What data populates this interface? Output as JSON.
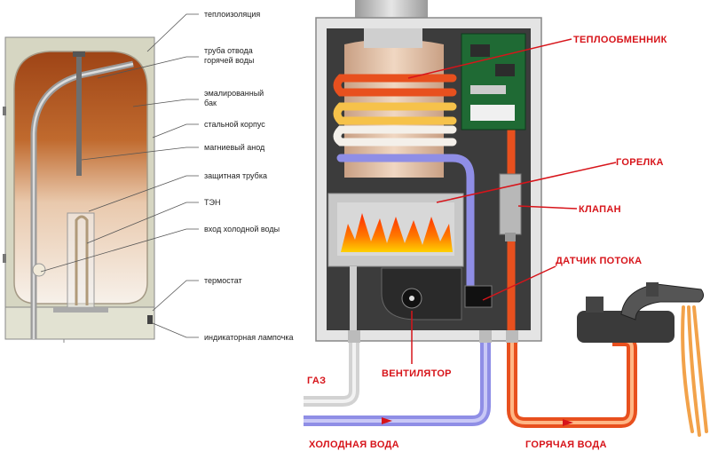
{
  "storage_heater": {
    "labels": {
      "insulation": "теплоизоляция",
      "hot_pipe_1": "труба отвода",
      "hot_pipe_2": "горячей воды",
      "tank_1": "эмалированный",
      "tank_2": "бак",
      "steel_body": "стальной корпус",
      "anode": "магниевый анод",
      "protect_tube": "защитная трубка",
      "ten": "ТЭН",
      "cold_inlet": "вход холодной воды",
      "thermostat": "термостат",
      "indicator": "индикаторная лампочка"
    }
  },
  "gas_heater": {
    "labels": {
      "exchanger": "ТЕПЛООБМЕННИК",
      "burner": "ГОРЕЛКА",
      "valve": "КЛАПАН",
      "flow_sensor": "ДАТЧИК ПОТОКА",
      "fan": "ВЕНТИЛЯТОР",
      "gas": "ГАЗ",
      "cold_water": "ХОЛОДНАЯ ВОДА",
      "hot_water": "ГОРЯЧАЯ ВОДА"
    }
  },
  "colors": {
    "red_label": "#d7141a",
    "hot_pipe": "#e8501e",
    "cold_pipe": "#8f8ee6",
    "tank_top": "#b5561c",
    "tank_bottom": "#f5ece4",
    "casing": "#d8d8c6"
  }
}
